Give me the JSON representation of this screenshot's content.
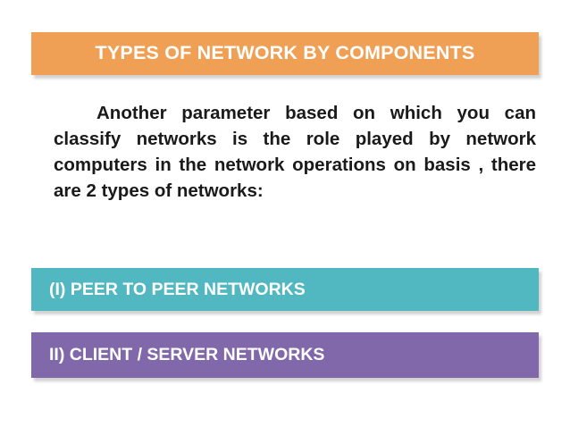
{
  "slide": {
    "title": "TYPES OF NETWORK BY COMPONENTS",
    "body": "Another parameter based on which you can classify networks is the role played by network computers in the network operations on basis , there are 2 types of networks:",
    "items": [
      {
        "label": "(I)  PEER TO PEER NETWORKS",
        "color": "#51b7c0"
      },
      {
        "label": "II) CLIENT / SERVER NETWORKS",
        "color": "#8168ab"
      }
    ],
    "colors": {
      "title_background": "#f0a055",
      "title_text": "#ffffff",
      "body_text": "#1a1a1a",
      "background": "#ffffff"
    }
  }
}
